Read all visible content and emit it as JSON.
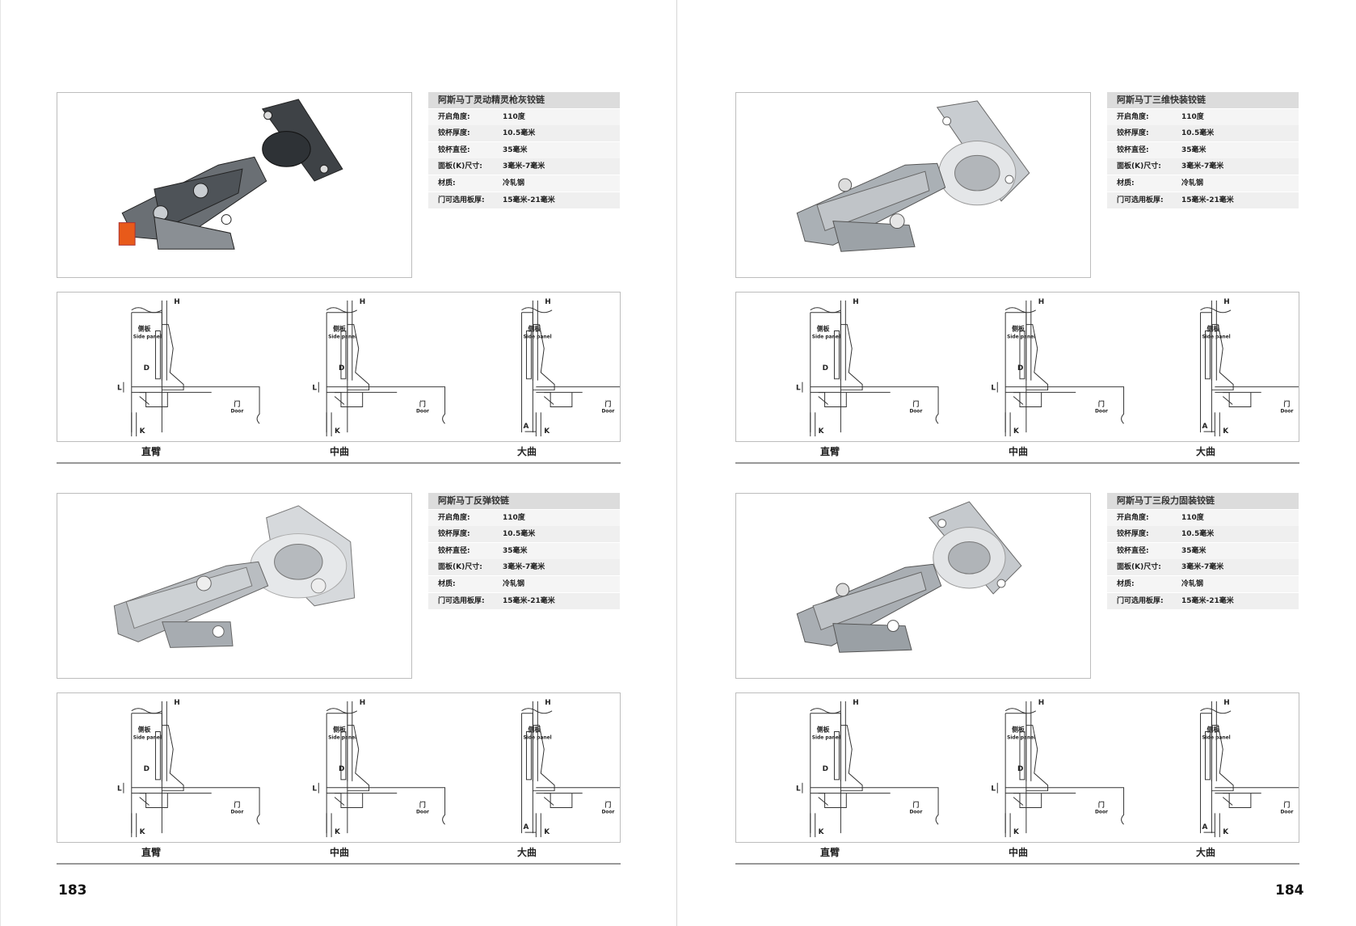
{
  "pages": {
    "left_number": "183",
    "right_number": "184"
  },
  "products": [
    {
      "title": "阿斯马丁灵动精灵枪灰铰链",
      "specs": [
        {
          "key": "开启角度:",
          "value": "110度"
        },
        {
          "key": "铰杯厚度:",
          "value": "10.5毫米"
        },
        {
          "key": "铰杯直径:",
          "value": "35毫米"
        },
        {
          "key": "面板(K)尺寸:",
          "value": "3毫米-7毫米"
        },
        {
          "key": "材质:",
          "value": "冷轧钢"
        },
        {
          "key": "门可选用板厚:",
          "value": "15毫米-21毫米"
        }
      ],
      "finish": "#5a5e63"
    },
    {
      "title": "阿斯马丁三维快装铰链",
      "specs": [
        {
          "key": "开启角度:",
          "value": "110度"
        },
        {
          "key": "铰杯厚度:",
          "value": "10.5毫米"
        },
        {
          "key": "铰杯直径:",
          "value": "35毫米"
        },
        {
          "key": "面板(K)尺寸:",
          "value": "3毫米-7毫米"
        },
        {
          "key": "材质:",
          "value": "冷轧钢"
        },
        {
          "key": "门可选用板厚:",
          "value": "15毫米-21毫米"
        }
      ],
      "finish": "#b8bcc0"
    },
    {
      "title": "阿斯马丁反弹铰链",
      "specs": [
        {
          "key": "开启角度:",
          "value": "110度"
        },
        {
          "key": "铰杯厚度:",
          "value": "10.5毫米"
        },
        {
          "key": "铰杯直径:",
          "value": "35毫米"
        },
        {
          "key": "面板(K)尺寸:",
          "value": "3毫米-7毫米"
        },
        {
          "key": "材质:",
          "value": "冷轧钢"
        },
        {
          "key": "门可选用板厚:",
          "value": "15毫米-21毫米"
        }
      ],
      "finish": "#c9cdd1"
    },
    {
      "title": "阿斯马丁三段力固装铰链",
      "specs": [
        {
          "key": "开启角度:",
          "value": "110度"
        },
        {
          "key": "铰杯厚度:",
          "value": "10.5毫米"
        },
        {
          "key": "铰杯直径:",
          "value": "35毫米"
        },
        {
          "key": "面板(K)尺寸:",
          "value": "3毫米-7毫米"
        },
        {
          "key": "材质:",
          "value": "冷轧钢"
        },
        {
          "key": "门可选用板厚:",
          "value": "15毫米-21毫米"
        }
      ],
      "finish": "#bcc0c4"
    }
  ],
  "mount_types": [
    "直臂",
    "中曲",
    "大曲"
  ],
  "diagram_text": {
    "side_panel_cn": "侧板",
    "side_panel_en": "Side panel",
    "door_cn": "门",
    "door_en": "Door",
    "H": "H",
    "D": "D",
    "L": "L",
    "K": "K",
    "A": "A"
  },
  "colors": {
    "spec_header_bg": "#dcdcdc",
    "spec_row_bg": "#f0f0f0",
    "rule": "#999999",
    "orange_clip": "#e85a1a"
  }
}
